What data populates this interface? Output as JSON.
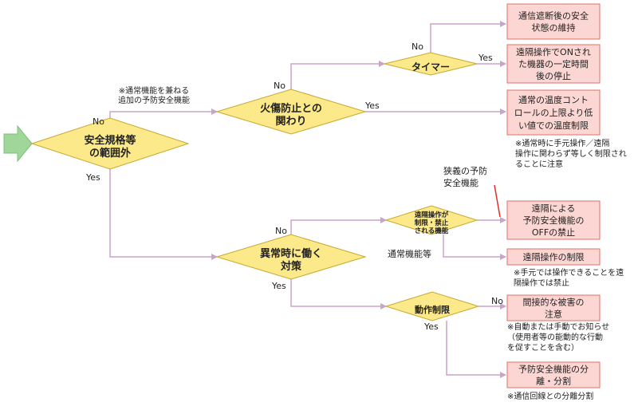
{
  "colors": {
    "diamond_fill": "#fce98a",
    "diamond_stroke": "#c9a830",
    "box_fill": "#fbd6d2",
    "box_stroke": "#e07068",
    "connector": "#c9a3c8",
    "arrow_fill": "#9fd79a",
    "red_line": "#e0302a"
  },
  "diamonds": {
    "scope": [
      "安全規格等",
      "の範囲外"
    ],
    "burn": [
      "火傷防止との",
      "関わり"
    ],
    "timer": [
      "タイマー"
    ],
    "abnormal": [
      "異常時に働く",
      "対策"
    ],
    "remote": [
      "遠隔操作が",
      "制限・禁止",
      "される機能"
    ],
    "operation": [
      "動作制限"
    ]
  },
  "boxes": {
    "maintain": [
      "通信遮断後の安全",
      "状態の維持"
    ],
    "stop": [
      "遠隔操作でONされ",
      "た機器の一定時間",
      "後の停止"
    ],
    "temp": [
      "通常の温度コント",
      "ロールの上限より低",
      "い値での温度制限"
    ],
    "prohibit": [
      "遠隔による",
      "予防安全機能の",
      "OFFの禁止"
    ],
    "limit": [
      "遠隔操作の制限"
    ],
    "indirect": [
      "間接的な被害の",
      "注意"
    ],
    "separate": [
      "予防安全機能の分",
      "離・分割"
    ]
  },
  "labels": {
    "no_scope": "No",
    "yes_scope": "Yes",
    "no_burn": "No",
    "yes_burn": "Yes",
    "no_timer": "No",
    "yes_timer": "Yes",
    "no_abnormal": "No",
    "yes_abnormal": "Yes",
    "normal_func": "通常機能等",
    "no_operation": "No",
    "yes_operation": "Yes"
  },
  "notes": {
    "extra_func": [
      "※通常機能を兼ねる",
      "追加の予防安全機能"
    ],
    "temp_note": [
      "※通常時に手元操作／遠隔",
      "操作に関わらず等しく制限され",
      "ることに注意"
    ],
    "narrow": [
      "狭義の予防",
      "安全機能"
    ],
    "remote_note": [
      "※手元では操作できることを遠",
      "隔操作では禁止"
    ],
    "notify_note": [
      "※自動または手動でお知らせ",
      "（使用者等の能動的な行動",
      "を促すことを含む）"
    ],
    "separate_note": [
      "※通信回線との分離分割"
    ]
  }
}
